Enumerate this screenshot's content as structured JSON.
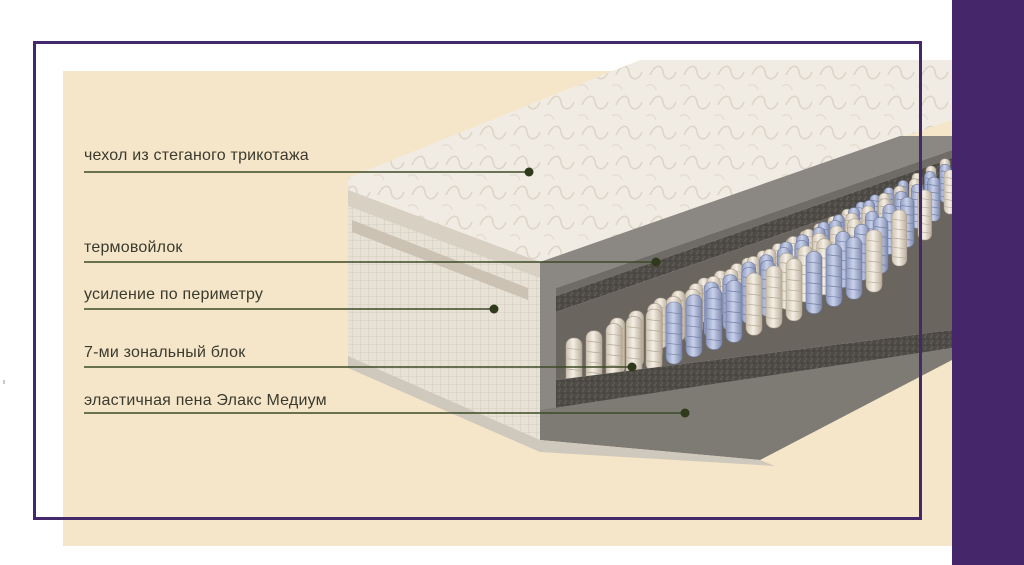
{
  "colors": {
    "accent_purple": "#45266a",
    "frame_border": "#44296a",
    "background_cream": "#f6e6c9",
    "leader_line": "#3c4a26"
  },
  "callouts": [
    {
      "id": "cover",
      "label": "чехол из стеганого трикотажа"
    },
    {
      "id": "felt",
      "label": "термовойлок"
    },
    {
      "id": "perimeter",
      "label": "усиление по периметру"
    },
    {
      "id": "springs",
      "label": "7-ми зональный блок"
    },
    {
      "id": "foam",
      "label": "эластичная пена Элакс Медиум"
    }
  ]
}
